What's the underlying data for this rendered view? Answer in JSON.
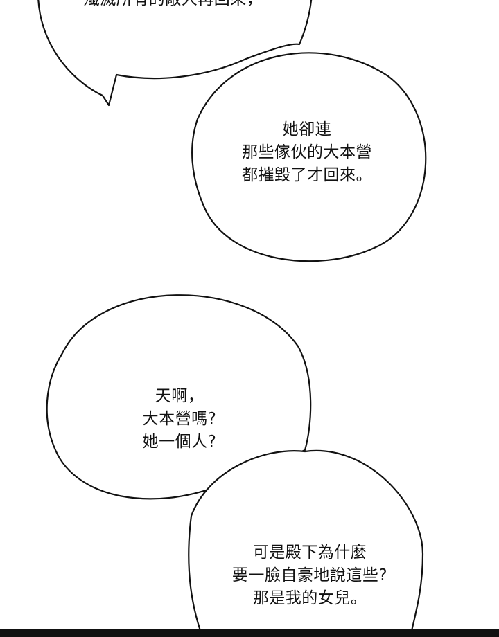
{
  "bubbles": [
    {
      "id": "top-partial",
      "lines": [
        "殲滅所有的敵人再回來，"
      ]
    },
    {
      "id": "upper-right",
      "lines": [
        "她卻連",
        "那些傢伙的大本營",
        "都摧毀了才回來。"
      ]
    },
    {
      "id": "middle-left",
      "lines": [
        "天啊，",
        "大本營嗎?",
        "她一個人?"
      ]
    },
    {
      "id": "lower-right",
      "lines": [
        "可是殿下為什麼",
        "要一臉自豪地說這些?",
        "那是我的女兒。"
      ]
    }
  ]
}
